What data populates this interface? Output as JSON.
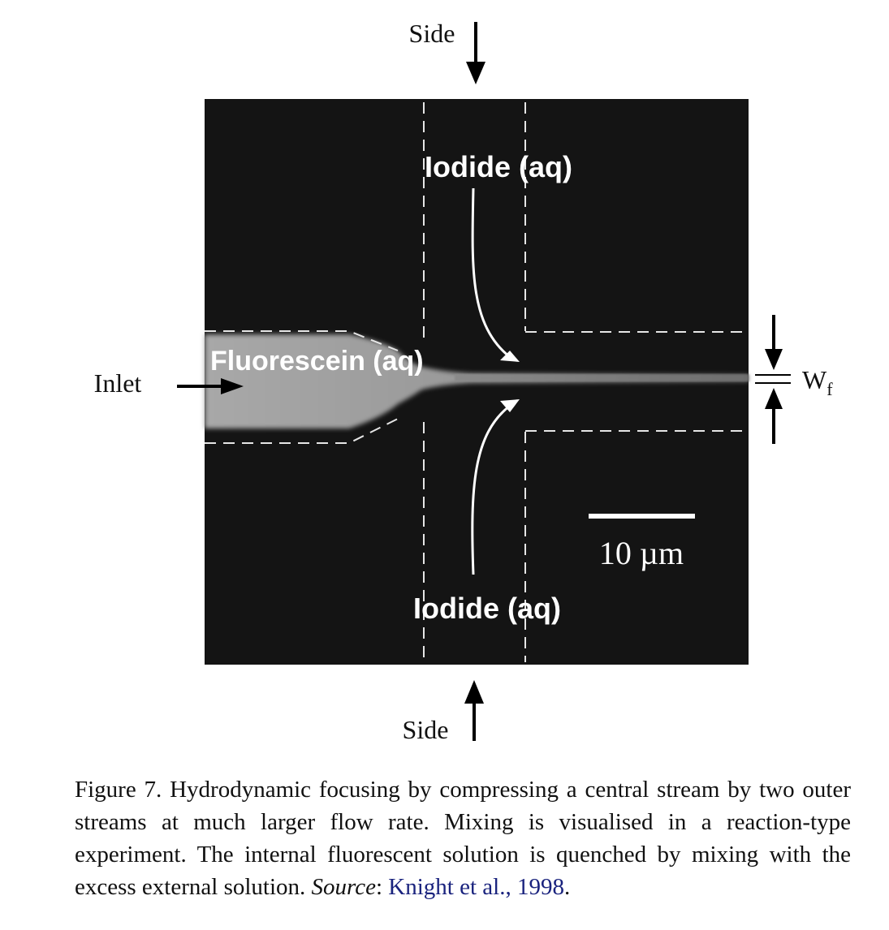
{
  "figure": {
    "side_top_label": "Side",
    "side_bottom_label": "Side",
    "inlet_label": "Inlet",
    "iodide_top_label": "Iodide (aq)",
    "iodide_bottom_label": "Iodide (aq)",
    "fluorescein_label": "Fluorescein (aq)",
    "wf_label_main": "W",
    "wf_label_sub": "f",
    "scale_bar_label": "10 µm"
  },
  "caption": {
    "figure_number": "Figure 7.",
    "text": " Hydrodynamic focusing by compressing a central stream by two outer streams at much larger flow rate. Mixing is visualised in a reaction-type experiment. The internal fluorescent solution is quenched by mixing with the excess external solution. ",
    "source_label": "Source",
    "source_sep": ": ",
    "source_link": "Knight et al., 1998",
    "end": "."
  },
  "colors": {
    "background": "#141414",
    "stream": "#9a9a9a",
    "link": "#1a237e"
  }
}
